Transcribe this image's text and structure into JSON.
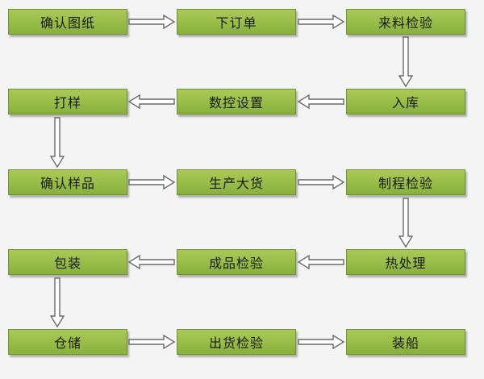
{
  "steps": [
    "确认图纸",
    "下订单",
    "来料检验",
    "入库",
    "数控设置",
    "打样",
    "确认样品",
    "生产大货",
    "制程检验",
    "热处理",
    "成品检验",
    "包装",
    "仓储",
    "出货检验",
    "装船"
  ],
  "colors": {
    "box": "#97bd48",
    "box_border": "#6f9431",
    "arrow_fill": "#ffffff",
    "arrow_stroke": "#6a6a6a",
    "background": "#f4f4f4"
  }
}
